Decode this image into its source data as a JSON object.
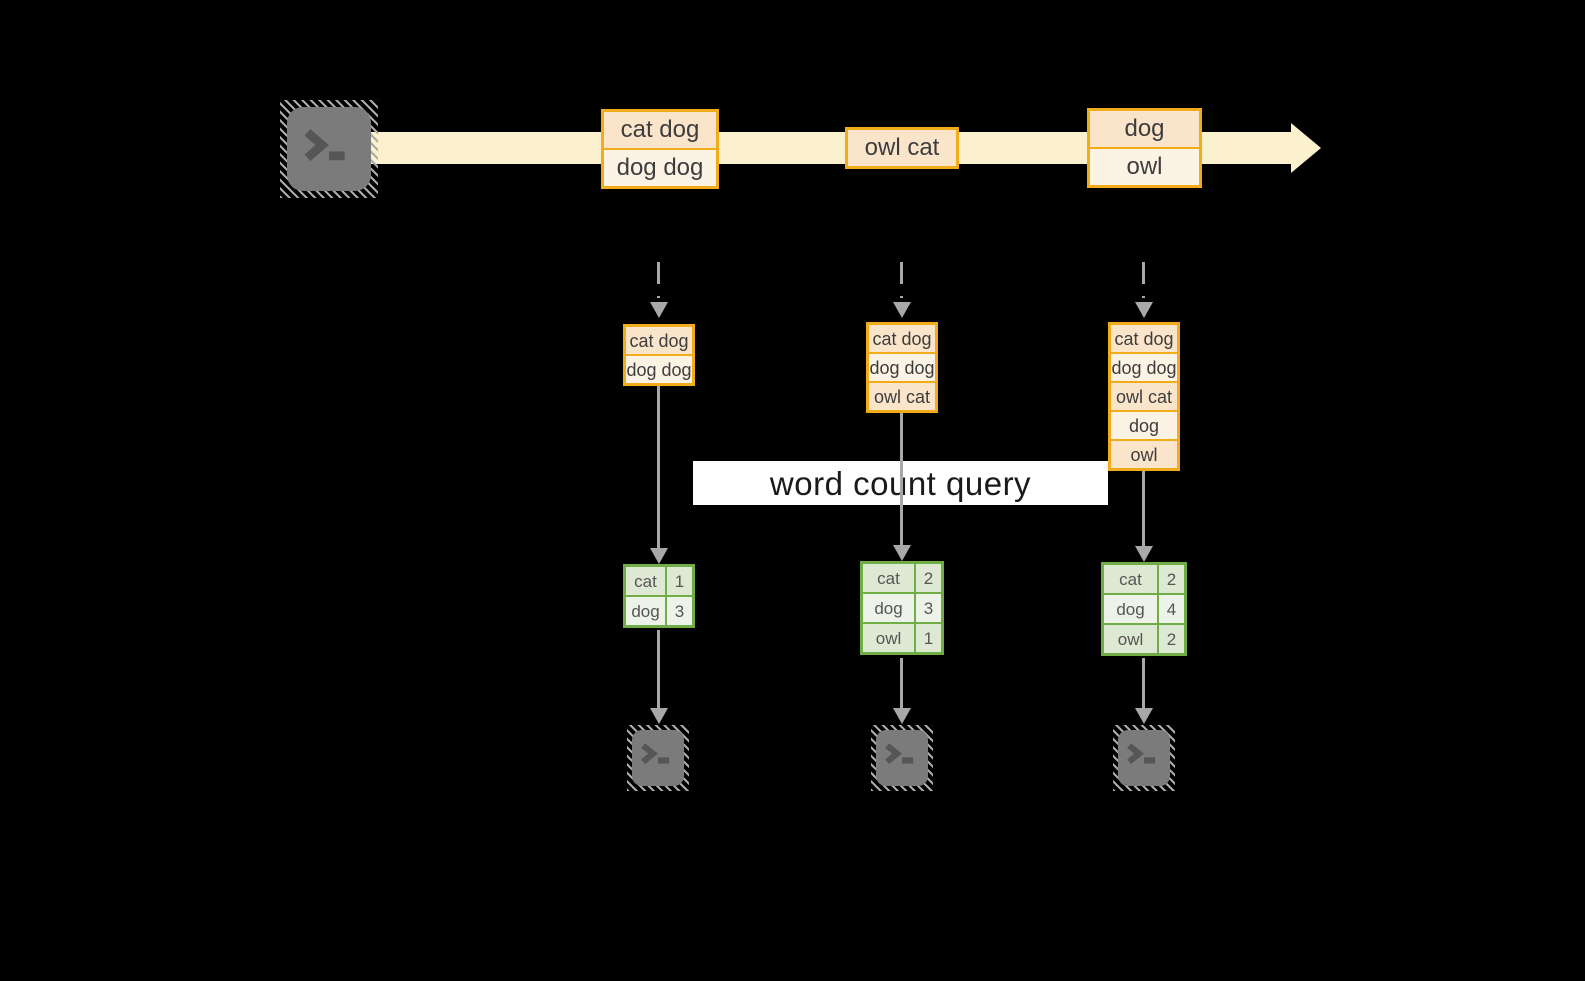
{
  "banner": {
    "label": "word count query"
  },
  "stream": {
    "source_icon": "terminal-icon",
    "batches": [
      {
        "lines": [
          "cat dog",
          "dog dog"
        ]
      },
      {
        "lines": [
          "owl cat"
        ]
      },
      {
        "lines": [
          "dog",
          "owl"
        ]
      }
    ]
  },
  "columns": [
    {
      "buffer": [
        "cat dog",
        "dog dog"
      ],
      "counts": [
        {
          "word": "cat",
          "count": "1"
        },
        {
          "word": "dog",
          "count": "3"
        }
      ],
      "sink_icon": "terminal-icon"
    },
    {
      "buffer": [
        "cat dog",
        "dog dog",
        "owl cat"
      ],
      "counts": [
        {
          "word": "cat",
          "count": "2"
        },
        {
          "word": "dog",
          "count": "3"
        },
        {
          "word": "owl",
          "count": "1"
        }
      ],
      "sink_icon": "terminal-icon"
    },
    {
      "buffer": [
        "cat dog",
        "dog dog",
        "owl cat",
        "dog",
        "owl"
      ],
      "counts": [
        {
          "word": "cat",
          "count": "2"
        },
        {
          "word": "dog",
          "count": "4"
        },
        {
          "word": "owl",
          "count": "2"
        }
      ],
      "sink_icon": "terminal-icon"
    }
  ],
  "colors": {
    "background": "#000000",
    "stream_fill": "#FCF1CF",
    "box_border": "#F2AC1A",
    "box_fill_dark": "#FBE5CA",
    "box_fill_light": "#FDF3E5",
    "table_border": "#70AD47",
    "table_fill_dark": "#DEE9D4",
    "table_fill_light": "#EEF3EA",
    "connector_gray": "#A8A8A8",
    "terminal_gray": "#7B7B7B",
    "banner_bg": "#FFFFFF"
  }
}
